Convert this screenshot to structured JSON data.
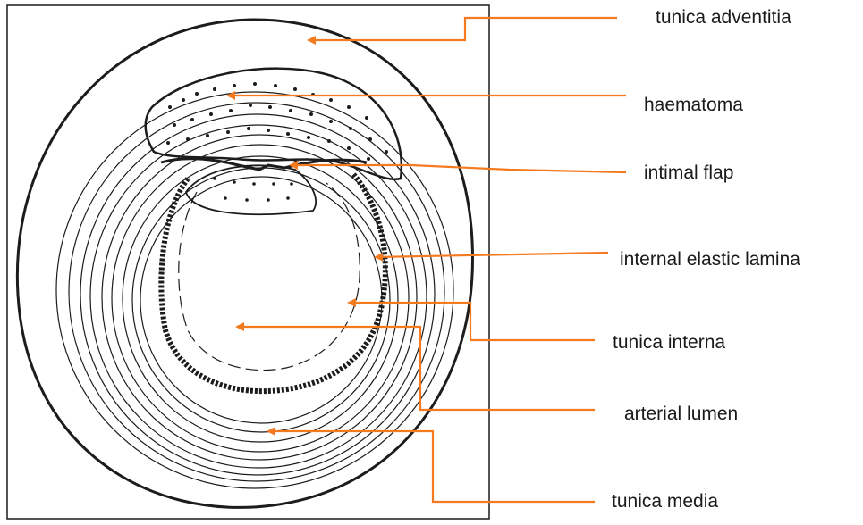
{
  "labels": {
    "tunica_adventitia": "tunica adventitia",
    "haematoma": "haematoma",
    "intimal_flap": "intimal flap",
    "internal_elastic_lamina": "internal elastic lamina",
    "tunica_interna": "tunica interna",
    "arterial_lumen": "arterial lumen",
    "tunica_media": "tunica media"
  },
  "colors": {
    "leader": "#f47a20",
    "ink": "#1c1c1c",
    "background": "#ffffff"
  }
}
